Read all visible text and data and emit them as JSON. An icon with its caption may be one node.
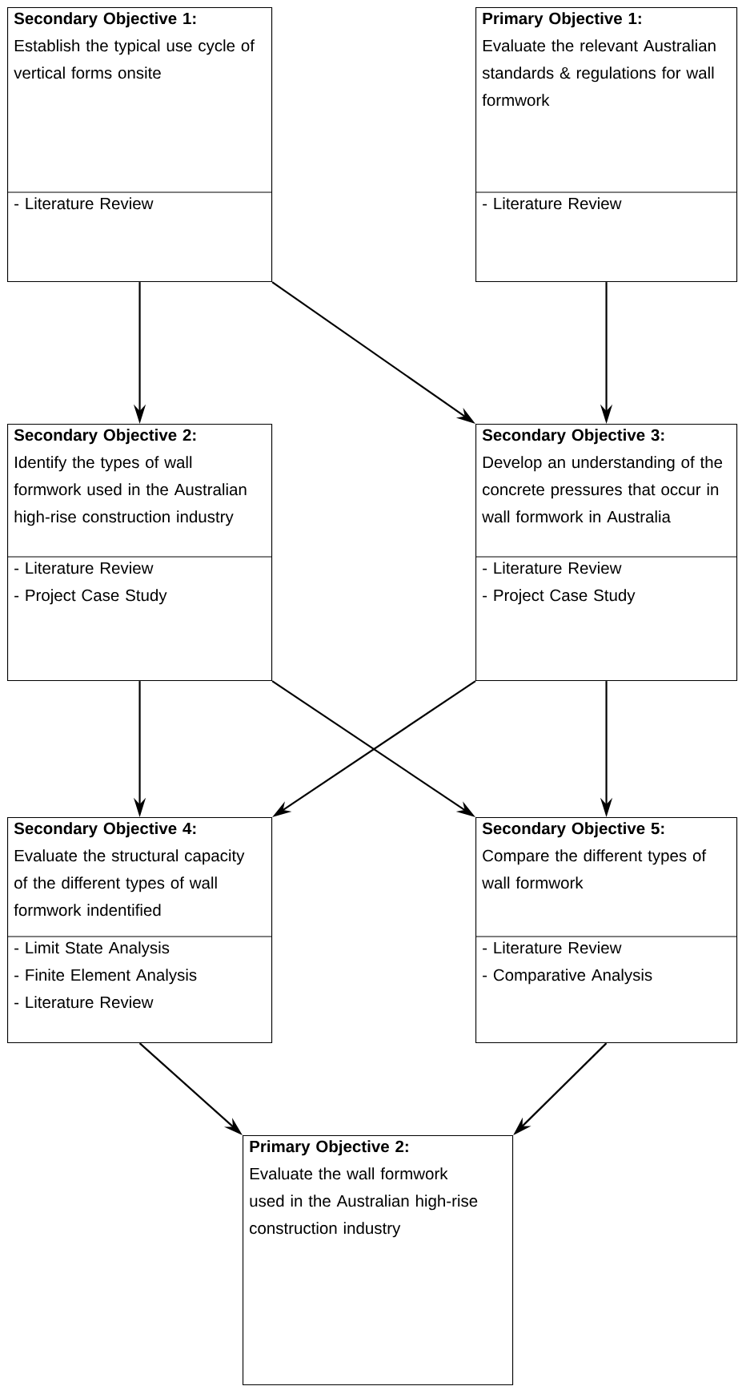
{
  "diagram": {
    "nodes": [
      {
        "text": [
          "Secondary Objective 1:",
          "Establish the typical use cycle of vertical forms onsite",
          "- Literature Review"
        ]
      },
      {
        "text": [
          "Primary Objective 1:",
          "Evaluate the relevant Australian standards & regulations for wall formwork",
          "- Literature Review"
        ]
      },
      {
        "text": [
          "Secondary Objective 2:",
          "Identify the types of wall formwork used in the Australian high-rise construction industry",
          "- Literature Review",
          "- Project Case Study"
        ]
      },
      {
        "text": [
          "Secondary Objective 3:",
          "Develop an understanding of the concrete pressures that occur in wall formwork in Australia",
          "- Literature Review",
          "- Project Case Study"
        ]
      },
      {
        "text": [
          "Secondary Objective 4:",
          "Evaluate the structural capacity of the different types of wall formwork indentified",
          "- Limit State Analysis",
          "- Finite Element Analysis",
          "- Literature Review"
        ]
      },
      {
        "text": [
          "Secondary Objective 5:",
          "Compare the different types of wall formwork",
          "- Literature Review",
          "- Comparative Analysis"
        ]
      },
      {
        "text": [
          "Primary Objective 2:",
          "Evaluate the wall formwork used in the Australian high-rise construction industry"
        ]
      }
    ],
    "edges": [
      {
        "from": 0,
        "to": 2,
        "arrow": "to"
      },
      {
        "from": 0,
        "to": 3,
        "arrow": "to"
      },
      {
        "from": 1,
        "to": 3,
        "arrow": "to"
      },
      {
        "from": 2,
        "to": 4,
        "arrow": "to"
      },
      {
        "from": 2,
        "to": 5,
        "arrow": "to"
      },
      {
        "from": 3,
        "to": 4,
        "arrow": "to"
      },
      {
        "from": 3,
        "to": 5,
        "arrow": "to"
      },
      {
        "from": 4,
        "to": 6,
        "arrow": "to"
      },
      {
        "from": 5,
        "to": 6,
        "arrow": "to"
      }
    ]
  }
}
